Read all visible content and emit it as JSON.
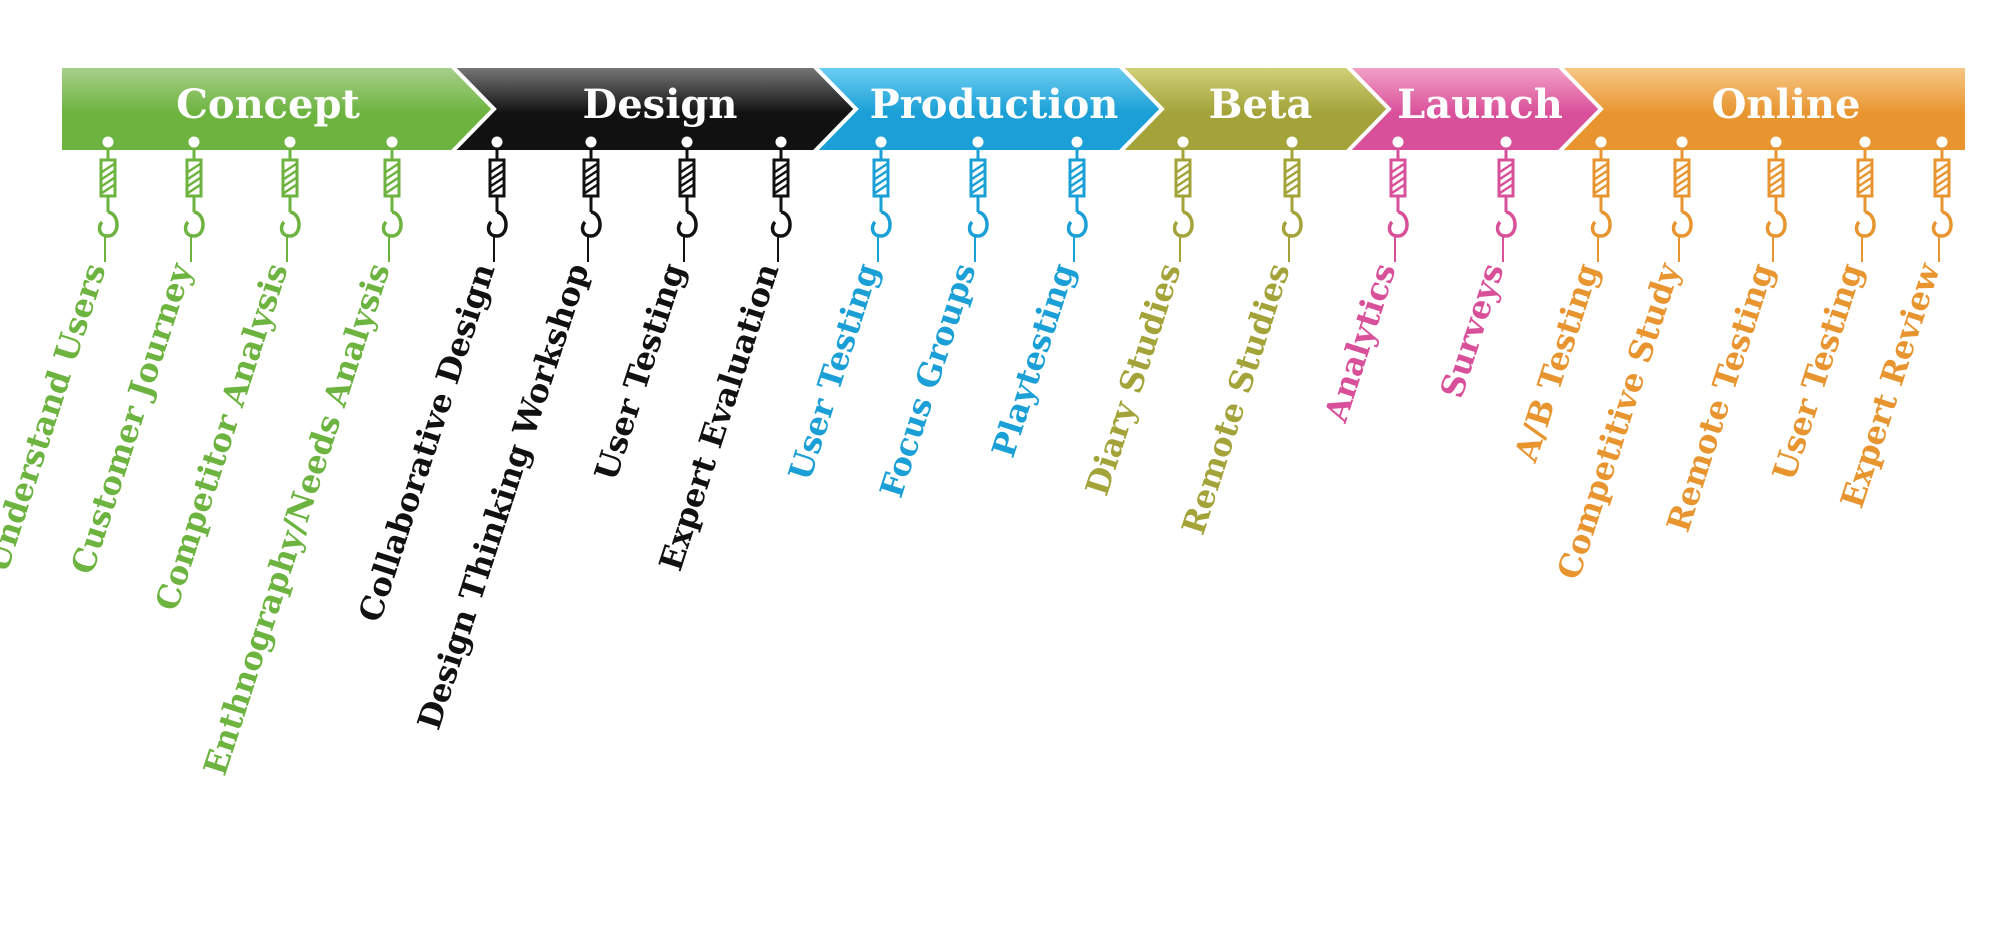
{
  "diagram": {
    "phases": [
      {
        "name": "Concept",
        "color": "#6db33f",
        "light": "#a9d18e",
        "methods": [
          "Understand Users",
          "Customer Journey",
          "Competitor Analysis",
          "Enthnography/Needs Analysis"
        ]
      },
      {
        "name": "Design",
        "color": "#111111",
        "light": "#7a7a7a",
        "methods": [
          "Collaborative Design",
          "Design Thinking Workshop",
          "User Testing",
          "Expert Evaluation"
        ]
      },
      {
        "name": "Production",
        "color": "#1a9fd6",
        "light": "#6fd0f2",
        "methods": [
          "User Testing",
          "Focus Groups",
          "Playtesting"
        ]
      },
      {
        "name": "Beta",
        "color": "#a3a33a",
        "light": "#d1d17a",
        "methods": [
          "Diary Studies",
          "Remote Studies"
        ]
      },
      {
        "name": "Launch",
        "color": "#d9509a",
        "light": "#f3a3c8",
        "methods": [
          "Analytics",
          "Surveys"
        ]
      },
      {
        "name": "Online",
        "color": "#e89530",
        "light": "#f8c98a",
        "methods": [
          "A/B Testing",
          "Competitive Study",
          "Remote Testing",
          "User Testing",
          "Expert Review"
        ]
      }
    ]
  }
}
